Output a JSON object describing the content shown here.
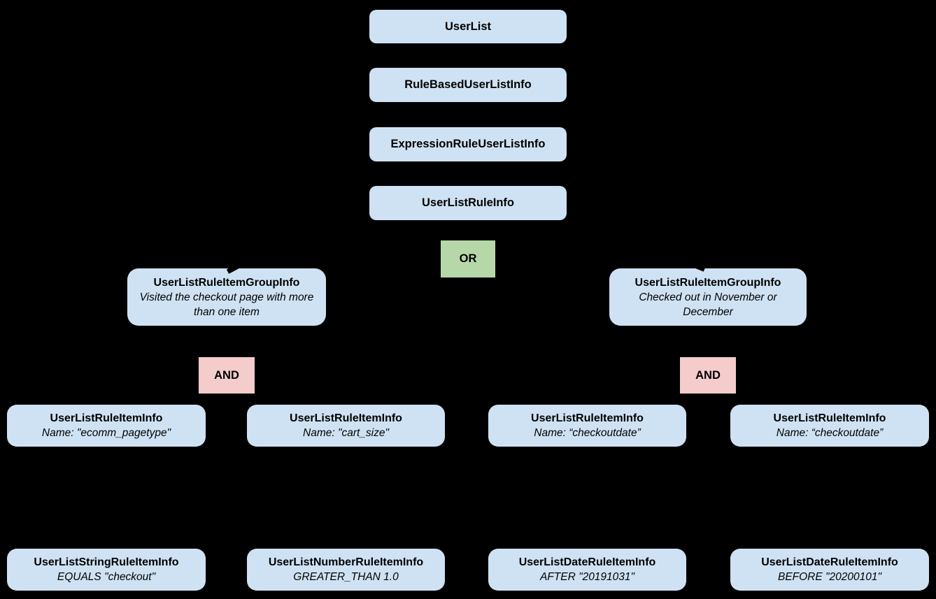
{
  "colors": {
    "background": "#000000",
    "node_fill": "#cfe2f3",
    "or_fill": "#b6d7a8",
    "and_fill": "#f4cccc",
    "text": "#000000"
  },
  "chain": [
    {
      "label": "UserList"
    },
    {
      "label": "RuleBasedUserListInfo"
    },
    {
      "label": "ExpressionRuleUserListInfo"
    },
    {
      "label": "UserListRuleInfo"
    }
  ],
  "operators": {
    "or": "OR",
    "and": "AND"
  },
  "groups": [
    {
      "title": "UserListRuleItemGroupInfo",
      "description": "Visited the checkout page with more than one item"
    },
    {
      "title": "UserListRuleItemGroupInfo",
      "description": "Checked out in November or December"
    }
  ],
  "rule_items": [
    {
      "title": "UserListRuleItemInfo",
      "detail": "Name: \"ecomm_pagetype\""
    },
    {
      "title": "UserListRuleItemInfo",
      "detail": "Name: \"cart_size\""
    },
    {
      "title": "UserListRuleItemInfo",
      "detail": "Name: “checkoutdate”"
    },
    {
      "title": "UserListRuleItemInfo",
      "detail": "Name: “checkoutdate”"
    }
  ],
  "leaf_items": [
    {
      "title": "UserListStringRuleItemInfo",
      "detail": "EQUALS \"checkout\""
    },
    {
      "title": "UserListNumberRuleItemInfo",
      "detail": "GREATER_THAN 1.0"
    },
    {
      "title": "UserListDateRuleItemInfo",
      "detail": "AFTER \"20191031\""
    },
    {
      "title": "UserListDateRuleItemInfo",
      "detail": "BEFORE \"20200101\""
    }
  ]
}
